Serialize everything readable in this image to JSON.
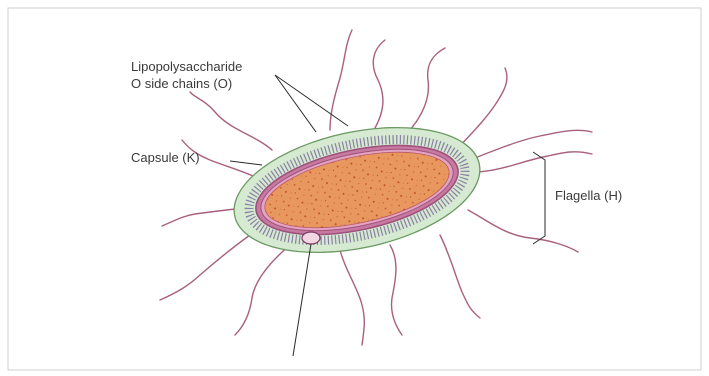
{
  "labels": {
    "lps_line1": "Lipopolysaccharide",
    "lps_line2": "O side chains (O)",
    "capsule": "Capsule (K)",
    "flagella": "Flagella (H)"
  },
  "colors": {
    "cytoplasm": "#e8985e",
    "capsule": "#d5ead0",
    "capsule_edge": "#6a9a62",
    "membrane": "#a0507c",
    "flagella": "#a8607f",
    "leader": "#2a2a2a",
    "frame": "#cfcfcf"
  }
}
